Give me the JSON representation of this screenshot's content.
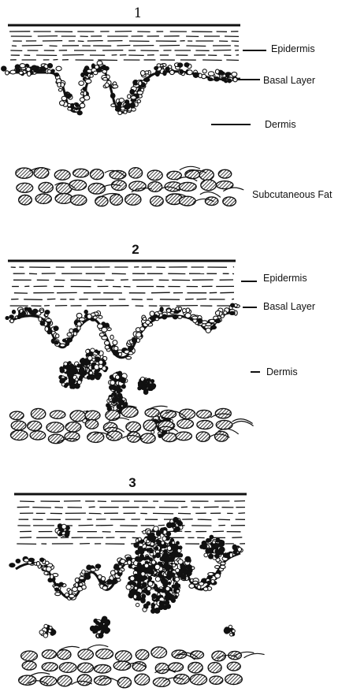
{
  "panels": [
    {
      "number": "1",
      "labels": {
        "epidermis": "Epidermis",
        "basal": "Basal Layer",
        "dermis": "Dermis",
        "fat": "Subcutaneous Fat"
      }
    },
    {
      "number": "2",
      "labels": {
        "epidermis": "Epidermis",
        "basal": "Basal Layer",
        "dermis": "Dermis"
      }
    },
    {
      "number": "3",
      "labels": {}
    }
  ],
  "colors": {
    "ink": "#111111",
    "background": "#ffffff"
  }
}
